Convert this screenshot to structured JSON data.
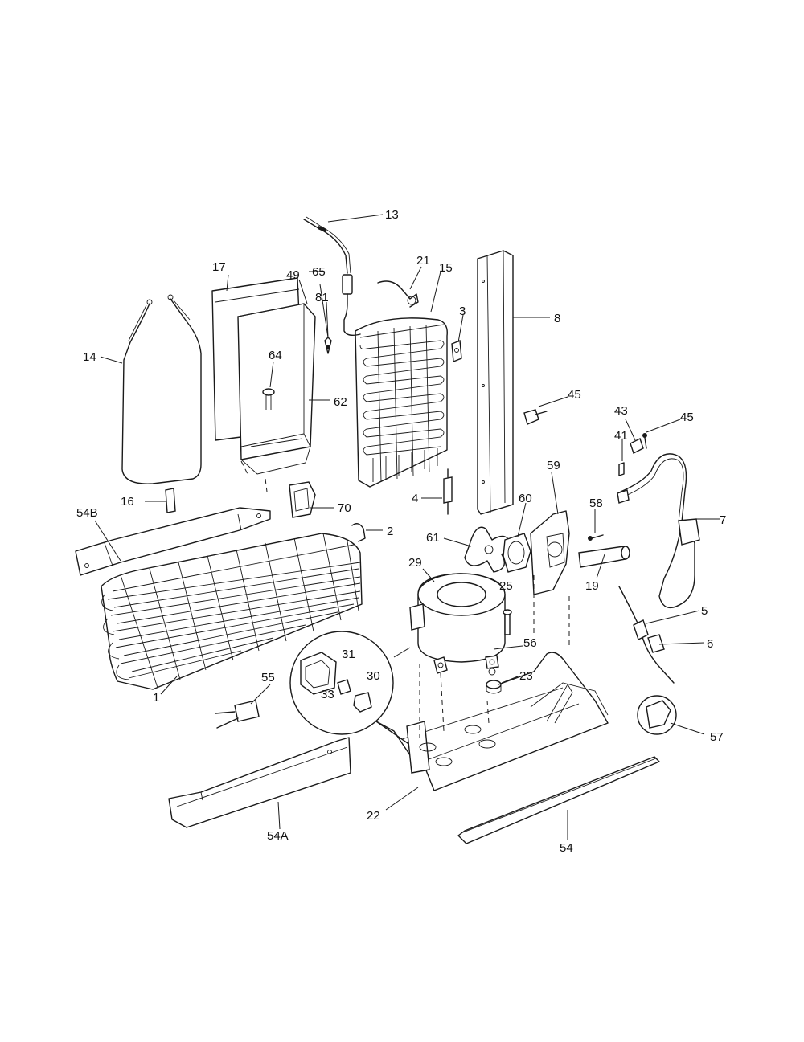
{
  "diagram": {
    "labels": {
      "p1": "1",
      "p2": "2",
      "p3": "3",
      "p4": "4",
      "p5": "5",
      "p6": "6",
      "p7": "7",
      "p8": "8",
      "p13": "13",
      "p14": "14",
      "p15": "15",
      "p16": "16",
      "p17": "17",
      "p19": "19",
      "p21": "21",
      "p22": "22",
      "p23": "23",
      "p25": "25",
      "p29": "29",
      "p30": "30",
      "p31": "31",
      "p33": "33",
      "p41": "41",
      "p43": "43",
      "p45a": "45",
      "p45b": "45",
      "p49": "49",
      "p54": "54",
      "p54a": "54A",
      "p54b": "54B",
      "p55": "55",
      "p56": "56",
      "p57": "57",
      "p58": "58",
      "p59": "59",
      "p60": "60",
      "p61": "61",
      "p62": "62",
      "p64": "64",
      "p65": "65",
      "p70": "70",
      "p81": "81"
    }
  }
}
